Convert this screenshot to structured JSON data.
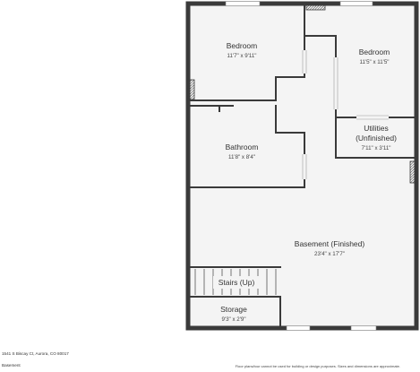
{
  "plan": {
    "wall_color": "#3a3a3a",
    "floor_color": "#f4f4f4",
    "rooms": [
      {
        "id": "bedroom-1",
        "name": "Bedroom",
        "dims": "11'7\" x 9'11\""
      },
      {
        "id": "bedroom-2",
        "name": "Bedroom",
        "dims": "11'5\" x 11'5\""
      },
      {
        "id": "utilities",
        "name": "Utilities",
        "name2": "(Unfinished)",
        "dims": "7'11\" x 3'11\""
      },
      {
        "id": "bathroom",
        "name": "Bathroom",
        "dims": "11'8\" x 8'4\""
      },
      {
        "id": "basement",
        "name": "Basement (Finished)",
        "dims": "23'4\" x 17'7\""
      },
      {
        "id": "stairs",
        "name": "Stairs (Up)"
      },
      {
        "id": "storage",
        "name": "Storage",
        "dims": "9'3\" x 2'9\""
      }
    ]
  },
  "footer": {
    "address": "1541 S Biscay Ct, Aurora, CO 80017",
    "level": "Basement",
    "disclaimer": "Floor plans/tour cannot be used for building or design purposes. Sizes and dimensions are approximate."
  }
}
